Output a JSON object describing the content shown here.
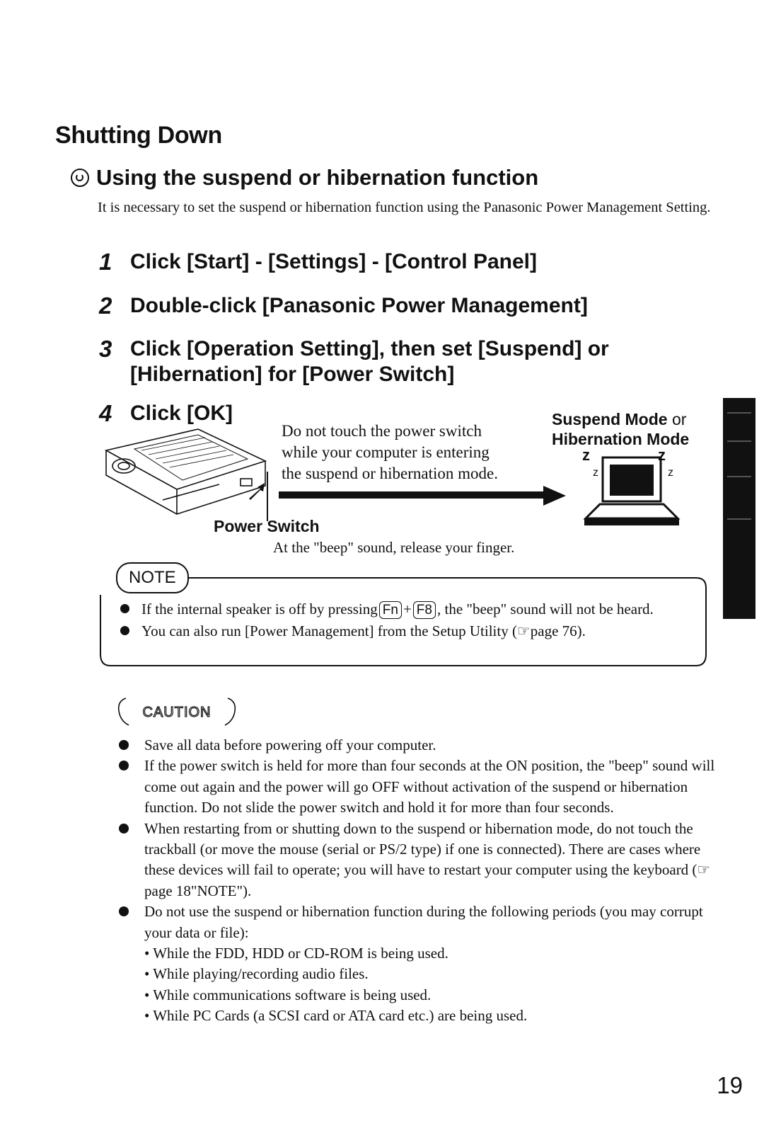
{
  "heading": "Shutting Down",
  "subheading": "Using the suspend or hibernation function",
  "intro": "It is necessary to set the suspend or hibernation function using the Panasonic Power Management Setting.",
  "steps": [
    {
      "num": "1",
      "text": "Click [Start] - [Settings] - [Control Panel]"
    },
    {
      "num": "2",
      "text": "Double-click [Panasonic Power Management]"
    },
    {
      "num": "3",
      "text": "Click [Operation Setting], then set [Suspend] or [Hibernation] for [Power Switch]"
    },
    {
      "num": "4",
      "text": "Click [OK]"
    }
  ],
  "diagram": {
    "instruction_line1": "Do not touch the power switch",
    "instruction_line2": "while your computer is entering",
    "instruction_line3": "the suspend or hibernation mode.",
    "mode_suspend": "Suspend Mode",
    "mode_or": "or",
    "mode_hibernation": "Hibernation Mode",
    "power_switch_label": "Power Switch",
    "beep_text": "At the \"beep\" sound, release your finger."
  },
  "note": {
    "badge": "NOTE",
    "item1_pre": "If the internal speaker is off by pressing",
    "key_fn": "Fn",
    "plus": "+",
    "key_f8": "F8",
    "item1_post": ", the \"beep\" sound will not be heard.",
    "item2": "You can also run [Power Management] from the Setup Utility (☞page 76)."
  },
  "caution": {
    "badge": "CAUTION",
    "items": [
      "Save all data before powering off your computer.",
      "If the power switch is held for more than four seconds at the ON position, the \"beep\" sound will come out again and the power will go OFF without activation of the suspend or hibernation function. Do not slide the power switch and hold it for more than four seconds.",
      "When restarting from or shutting down to the suspend or hibernation mode, do not touch the trackball (or move the mouse (serial or PS/2 type) if one is connected). There are cases where these devices will fail to operate; you will have to restart your computer using the keyboard (☞page 18\"NOTE\").",
      "Do not use the suspend or hibernation function during the following periods (you may corrupt your data or file):"
    ],
    "subitems": [
      "While the FDD, HDD or CD-ROM is being used.",
      "While playing/recording audio files.",
      "While communications software is being used.",
      "While PC Cards (a SCSI card or ATA card etc.) are being used."
    ]
  },
  "page_number": "19"
}
